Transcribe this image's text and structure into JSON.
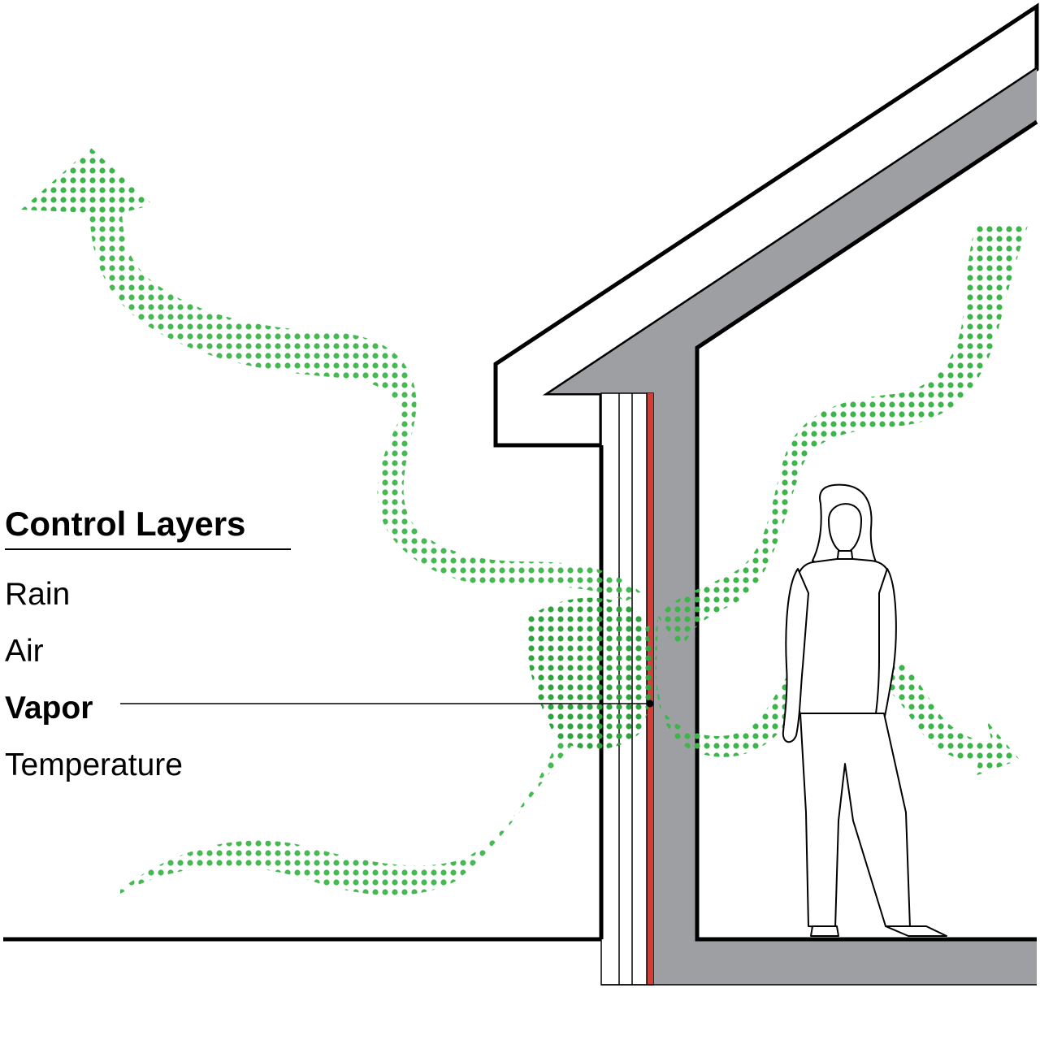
{
  "legend": {
    "title": "Control Layers",
    "items": [
      {
        "label": "Rain",
        "active": false
      },
      {
        "label": "Air",
        "active": false
      },
      {
        "label": "Vapor",
        "active": true
      },
      {
        "label": "Temperature",
        "active": false
      }
    ]
  },
  "colors": {
    "vapor_flow": "#3db54a",
    "vapor_retarder": "#d63b36",
    "structure": "#9d9fa2",
    "line": "#000000",
    "background": "#ffffff"
  },
  "icons": {
    "occupant": "person-outline-icon",
    "flow_arrow": "arrow-icon"
  }
}
